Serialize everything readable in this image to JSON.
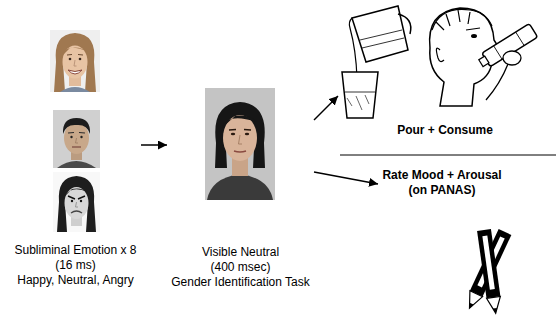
{
  "diagram": {
    "nodes": [
      {
        "text": [
          "Subliminal Emotion x 8",
          "(16 ms)",
          "Happy, Neutral, Angry"
        ]
      },
      {
        "text": [
          "Visible Neutral",
          "(400 msec)",
          "Gender Identification Task"
        ]
      },
      {
        "text": [
          "Pour + Consume"
        ]
      },
      {
        "text": [
          "Rate Mood + Arousal",
          "(on PANAS)"
        ]
      }
    ],
    "edges": [
      {
        "from": 0,
        "to": 1,
        "arrow": "to"
      },
      {
        "from": 1,
        "to": 2,
        "arrow": "to"
      },
      {
        "from": 1,
        "to": 3,
        "arrow": "to"
      }
    ]
  }
}
